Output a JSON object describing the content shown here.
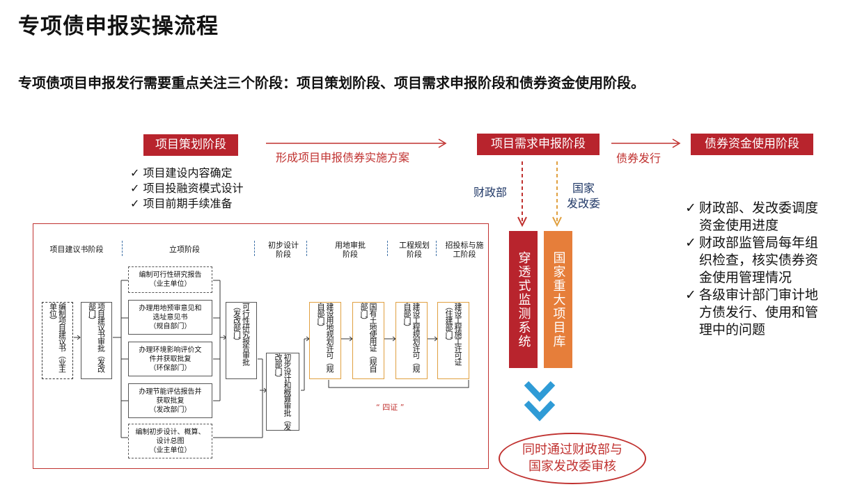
{
  "title": "专项债申报实操流程",
  "subtitle": "专项债项目申报发行需要重点关注三个阶段：项目策划阶段、项目需求申报阶段和债券资金使用阶段。",
  "stages": {
    "planning": "项目策划阶段",
    "demand": "项目需求申报阶段",
    "usage": "债券资金使用阶段"
  },
  "arrows": {
    "plan_to_demand": "形成项目申报债券实施方案",
    "demand_to_usage": "债券发行"
  },
  "planning_checks": [
    "项目建设内容确定",
    "项目投融资模式设计",
    "项目前期手续准备"
  ],
  "agencies": {
    "finance": "财政部",
    "ndrc_line1": "国家",
    "ndrc_line2": "发改委"
  },
  "systems": {
    "monitoring": "穿透式监测系统",
    "project_bank": "国家重大项目库"
  },
  "review_oval": {
    "line1": "同时通过财政部与",
    "line2": "国家发改委审核"
  },
  "usage_checks": [
    "财政部、发改委调度资金使用进度",
    "财政部监管局每年组织检查，核实债券资金使用管理情况",
    "各级审计部门审计地方债发行、使用和管理中的问题"
  ],
  "flow": {
    "phases": {
      "p1": "项目建议书阶段",
      "p2": "立项阶段",
      "p3": "初步设计阶段",
      "p4": "用地审批阶段",
      "p5": "工程规划阶段",
      "p6": "招投标与施工阶段"
    },
    "boxes": {
      "proposal": "编制项目建议书（业主单位）",
      "proposal_approval": "项目建议书审批（发改部门）",
      "feasibility": "编制可行性研究报告\n（业主单位）",
      "land_opinion": "办理用地预审意见和\n选址意见书\n（规自部门）",
      "env": "办理环境影响评价文\n件并获取批复\n（环保部门）",
      "energy": "办理节能评估报告并\n获取批复\n（发改部门）",
      "prelim_design": "编制初步设计、概算、\n设计总图\n（业主单位）",
      "feasibility_approval": "可行性研究报告审批（发改部门）",
      "prelim_approval": "初步设计和概算审批（发改部门）",
      "land_permit": "建设用地规划许可（规自部门）",
      "land_use_cert": "国有土地使用证（规自部门）",
      "eng_permit": "建设工程规划许可（规自部门）",
      "construction_permit": "建设工程施工许可证（住建部门）"
    },
    "four_certs": "“ 四证 ”"
  },
  "colors": {
    "red": "#b8242d",
    "orange": "#e67e3a",
    "blue_chevron": "#2f9bd6",
    "navy": "#1f3766"
  }
}
